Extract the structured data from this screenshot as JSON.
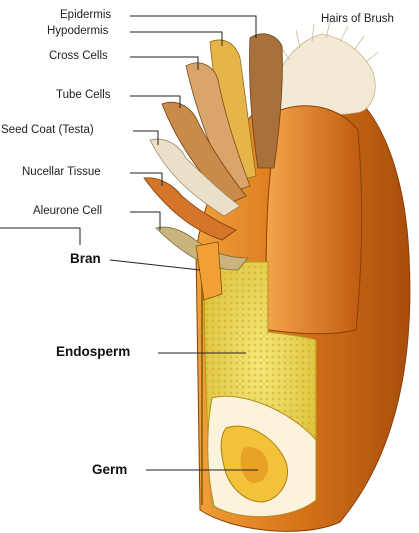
{
  "labels": {
    "epidermis": "Epidermis",
    "hypodermis": "Hypodermis",
    "cross_cells": "Cross Cells",
    "tube_cells": "Tube Cells",
    "seed_coat": "Seed Coat (Testa)",
    "nucellar_tissue": "Nucellar Tissue",
    "aleurone_cell": "Aleurone Cell",
    "hairs_of_brush": "Hairs of Brush",
    "bran": "Bran",
    "endosperm": "Endosperm",
    "germ": "Germ"
  },
  "colors": {
    "bran_dark": "#b5560e",
    "bran_light": "#e8902c",
    "endosperm": "#e9d54a",
    "germ": "#f2c23a",
    "brush": "#f3ead6",
    "leader_line": "#222222"
  }
}
